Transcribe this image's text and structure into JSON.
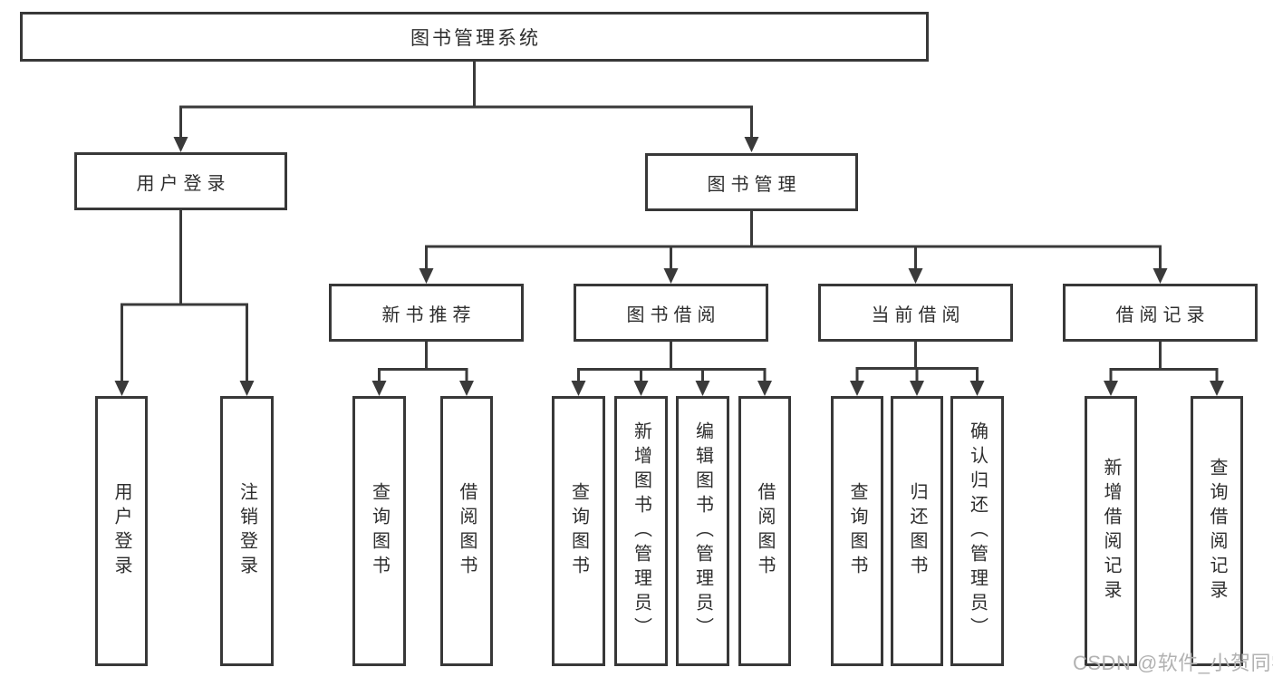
{
  "diagram": {
    "title": "图书管理系统",
    "nodes": [
      {
        "id": "root",
        "label": "图书管理系统"
      },
      {
        "id": "user-login",
        "label": "用户登录"
      },
      {
        "id": "book-mgmt",
        "label": "图书管理"
      },
      {
        "id": "new-book-rec",
        "label": "新书推荐"
      },
      {
        "id": "book-borrow",
        "label": "图书借阅"
      },
      {
        "id": "current-borrow",
        "label": "当前借阅"
      },
      {
        "id": "borrow-records",
        "label": "借阅记录"
      },
      {
        "id": "leaf-user-login",
        "label": "用户登录"
      },
      {
        "id": "leaf-logout",
        "label": "注销登录"
      },
      {
        "id": "leaf-query-book-1",
        "label": "查询图书"
      },
      {
        "id": "leaf-borrow-book-1",
        "label": "借阅图书"
      },
      {
        "id": "leaf-query-book-2",
        "label": "查询图书"
      },
      {
        "id": "leaf-add-book",
        "label": "新增图书（管理员）"
      },
      {
        "id": "leaf-edit-book",
        "label": "编辑图书（管理员）"
      },
      {
        "id": "leaf-borrow-book-2",
        "label": "借阅图书"
      },
      {
        "id": "leaf-query-book-3",
        "label": "查询图书"
      },
      {
        "id": "leaf-return-book",
        "label": "归还图书"
      },
      {
        "id": "leaf-confirm-return",
        "label": "确认归还（管理员）"
      },
      {
        "id": "leaf-add-record",
        "label": "新增借阅记录"
      },
      {
        "id": "leaf-query-record",
        "label": "查询借阅记录"
      }
    ],
    "hierarchy": {
      "root": [
        "user-login",
        "book-mgmt"
      ],
      "user-login": [
        "leaf-user-login",
        "leaf-logout"
      ],
      "book-mgmt": [
        "new-book-rec",
        "book-borrow",
        "current-borrow",
        "borrow-records"
      ],
      "new-book-rec": [
        "leaf-query-book-1",
        "leaf-borrow-book-1"
      ],
      "book-borrow": [
        "leaf-query-book-2",
        "leaf-add-book",
        "leaf-edit-book",
        "leaf-borrow-book-2"
      ],
      "current-borrow": [
        "leaf-query-book-3",
        "leaf-return-book",
        "leaf-confirm-return"
      ],
      "borrow-records": [
        "leaf-add-record",
        "leaf-query-record"
      ]
    }
  },
  "watermark": {
    "text": "CSDN @软件_小贺同学"
  },
  "colors": {
    "background": "#ffffff",
    "box_border": "#383838",
    "line": "#3a3a3a",
    "text": "#2e2e2e",
    "watermark": "#b2b2b2"
  }
}
